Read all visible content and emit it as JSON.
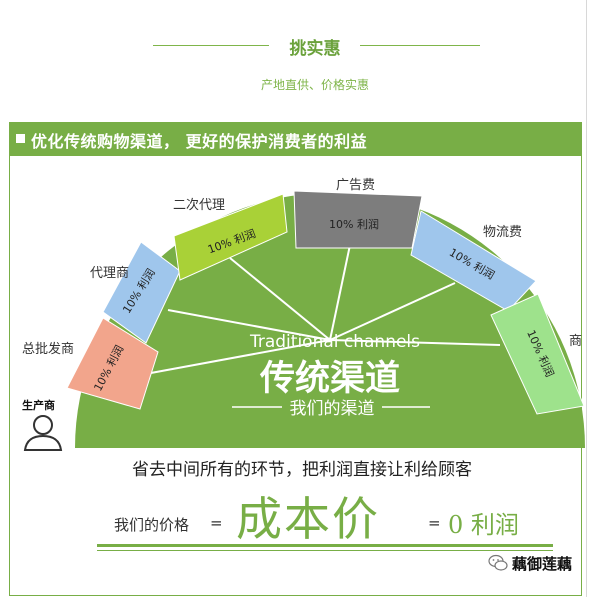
{
  "header": {
    "title": "挑实惠",
    "subtitle": "产地直供、价格实惠"
  },
  "banner": {
    "text": "优化传统购物渠道， 更好的保护消费者的利益"
  },
  "diagram": {
    "center_title_en": "Traditional channels",
    "center_title_cn": "传统渠道",
    "center_subtitle": "我们的渠道",
    "producer_label": "生产商",
    "tiers": [
      {
        "label": "总批发商",
        "profit": "10% 利润",
        "color": "#f2a58c"
      },
      {
        "label": "代理商",
        "profit": "10% 利润",
        "color": "#9fc6ec"
      },
      {
        "label": "二次代理",
        "profit": "10% 利润",
        "color": "#a9d137"
      },
      {
        "label": "广告费",
        "profit": "10% 利润",
        "color": "#7d7d7d"
      },
      {
        "label": "物流费",
        "profit": "10% 利润",
        "color": "#9fc6ec"
      },
      {
        "label": "商",
        "profit": "10% 利润",
        "color": "#9ee28c"
      }
    ],
    "accent_color": "#78ae46"
  },
  "summary": {
    "save_text": "省去中间所有的环节，把利润直接让利给顾客",
    "price_label": "我们的价格",
    "eq": "=",
    "price_value": "成本价",
    "zero_profit": "0 利润"
  },
  "watermark": {
    "text": "藕御莲藕",
    "icon": "wechat-icon"
  }
}
